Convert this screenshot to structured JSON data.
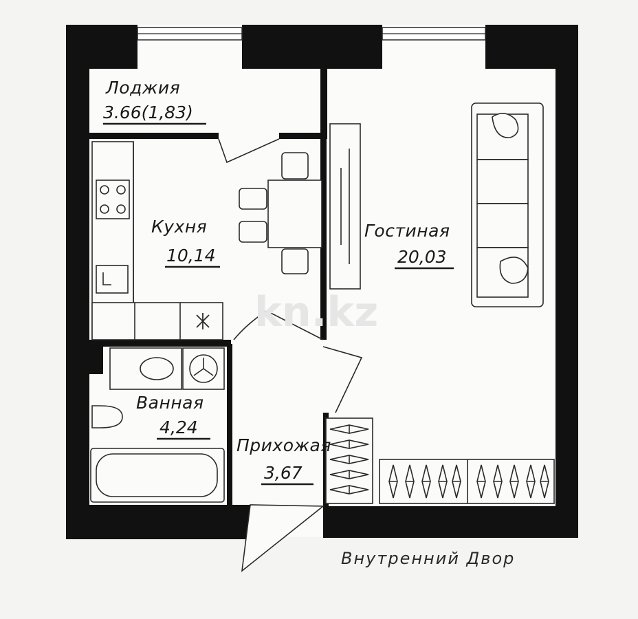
{
  "watermark": "kn.kz",
  "rooms": {
    "loggia": {
      "name": "Лоджия",
      "area": "3.66(1,83)"
    },
    "kitchen": {
      "name": "Кухня",
      "area": "10,14"
    },
    "living": {
      "name": "Гостиная",
      "area": "20,03"
    },
    "bathroom": {
      "name": "Ванная",
      "area": "4,24"
    },
    "hallway": {
      "name": "Прихожая",
      "area": "3,67"
    }
  },
  "caption": "Внутренний Двор",
  "colors": {
    "wall": "#111111",
    "floor": "#fbfbfa",
    "line": "#2a2a2a"
  }
}
